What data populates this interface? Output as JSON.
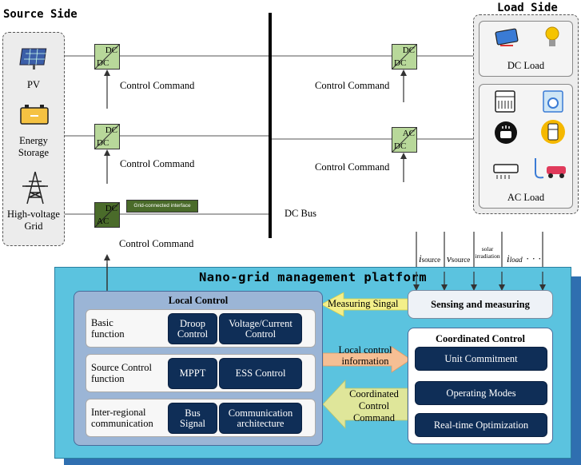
{
  "source_side": {
    "title": "Source Side",
    "sources": [
      {
        "label": "PV",
        "icon": "solar-panel-icon"
      },
      {
        "label_line1": "Energy",
        "label_line2": "Storage",
        "icon": "battery-icon"
      },
      {
        "label_line1": "High-voltage",
        "label_line2": "Grid",
        "icon": "transmission-tower-icon"
      }
    ]
  },
  "load_side": {
    "title": "Load Side",
    "dc_load": "DC Load",
    "ac_load": "AC Load"
  },
  "converters": {
    "dc_dc_1": {
      "top": "DC",
      "bottom": "DC"
    },
    "dc_dc_2": {
      "top": "DC",
      "bottom": "DC"
    },
    "ac_dc_grid": {
      "top": "DC",
      "bottom": "AC"
    },
    "dc_dc_load": {
      "top": "DC",
      "bottom": "DC"
    },
    "dc_ac_load": {
      "top": "AC",
      "bottom": "DC"
    }
  },
  "labels": {
    "control_command": "Control Command",
    "grid_interface": "Grid-connected interface",
    "dc_bus": "DC Bus"
  },
  "signals": {
    "i_source": {
      "main": "i",
      "sub": "source"
    },
    "v_source": {
      "main": "v",
      "sub": "source"
    },
    "solar_line1": "solar",
    "solar_line2": "irradiation",
    "i_load": {
      "main": "i",
      "sub": "load"
    },
    "dots": "· · ·"
  },
  "platform": {
    "title": "Nano-grid management platform",
    "local_control": {
      "title": "Local Control",
      "rows": [
        {
          "label_line1": "Basic",
          "label_line2": "function",
          "btn1_line1": "Droop",
          "btn1_line2": "Control",
          "btn2_line1": "Voltage/Current",
          "btn2_line2": "Control"
        },
        {
          "label_line1": "Source Control",
          "label_line2": "function",
          "btn1_line1": "MPPT",
          "btn1_line2": "",
          "btn2_line1": "ESS Control",
          "btn2_line2": ""
        },
        {
          "label_line1": "Inter-regional",
          "label_line2": "communication",
          "btn1_line1": "Bus",
          "btn1_line2": "Signal",
          "btn2_line1": "Communication",
          "btn2_line2": "architecture"
        }
      ]
    },
    "sensing": "Sensing and measuring",
    "measuring_signal": "Measuring Singal",
    "local_control_info_line1": "Local control",
    "local_control_info_line2": "information",
    "coordinated_cmd_line1": "Coordinated",
    "coordinated_cmd_line2": "Control",
    "coordinated_cmd_line3": "Command",
    "coordinated_control": {
      "title": "Coordinated Control",
      "items": [
        "Unit Commitment",
        "Operating Modes",
        "Real-time Optimization"
      ]
    }
  },
  "colors": {
    "converter_light": "#b8d89a",
    "converter_dark": "#4a6b2a",
    "platform_bg": "#5bc3df",
    "platform_shadow": "#2f6fb0",
    "nav_button": "#0f2e57",
    "arrow_yellow": "#f3ef8a",
    "arrow_orange": "#f6bf94",
    "arrow_olive": "#dfe69a"
  }
}
